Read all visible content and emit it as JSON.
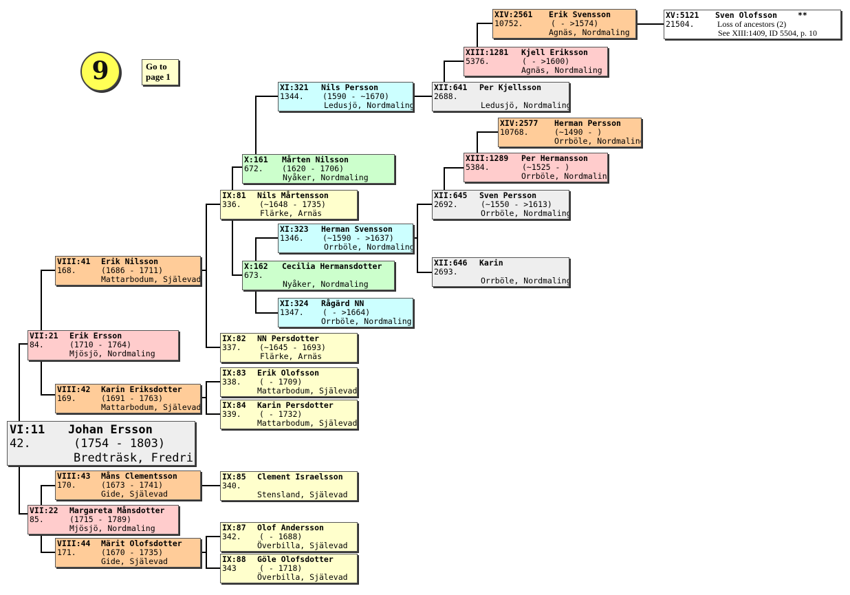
{
  "page_badge": "9",
  "goto_link": {
    "line1": "Go to",
    "line2": "page 1"
  },
  "persons": {
    "p42": {
      "code": "VI:11",
      "name": "Johan Ersson",
      "num": "42.",
      "dates": "(1754 - 1803)",
      "place": "Bredträsk, Fredrika"
    },
    "p84": {
      "code": "VII:21",
      "name": "Erik Ersson",
      "num": "84.",
      "dates": "(1710 - 1764)",
      "place": "Mjösjö, Nordmaling"
    },
    "p85": {
      "code": "VII:22",
      "name": "Margareta Månsdotter",
      "num": "85.",
      "dates": "(1715 - 1789)",
      "place": "Mjösjö, Nordmaling"
    },
    "p168": {
      "code": "VIII:41",
      "name": "Erik Nilsson",
      "num": "168.",
      "dates": "(1686 - 1711)",
      "place": "Mattarbodum, Själevad"
    },
    "p169": {
      "code": "VIII:42",
      "name": "Karin Eriksdotter",
      "num": "169.",
      "dates": "(1691 - 1763)",
      "place": "Mattarbodum, Själevad"
    },
    "p170": {
      "code": "VIII:43",
      "name": "Måns Clementsson",
      "num": "170.",
      "dates": "(1673 - 1741)",
      "place": "Gide, Själevad"
    },
    "p171": {
      "code": "VIII:44",
      "name": "Märit Olofsdotter",
      "num": "171.",
      "dates": "(1670 - 1735)",
      "place": "Gide, Själevad"
    },
    "p336": {
      "code": "IX:81",
      "name": "Nils Mårtensson",
      "num": "336.",
      "dates": "(~1648 - 1735)",
      "place": "Flärke, Arnäs"
    },
    "p337": {
      "code": "IX:82",
      "name": "NN Persdotter",
      "num": "337.",
      "dates": "(~1645 - 1693)",
      "place": "Flärke, Arnäs"
    },
    "p338": {
      "code": "IX:83",
      "name": "Erik Olofsson",
      "num": "338.",
      "dates": "( - 1709)",
      "place": "Mattarbodum, Själevad"
    },
    "p339": {
      "code": "IX:84",
      "name": "Karin Persdotter",
      "num": "339.",
      "dates": "( - 1732)",
      "place": "Mattarbodum, Själevad"
    },
    "p340": {
      "code": "IX:85",
      "name": "Clement Israelsson",
      "num": "340.",
      "dates": "",
      "place": "Stensland, Själevad"
    },
    "p342": {
      "code": "IX:87",
      "name": "Olof Andersson",
      "num": "342.",
      "dates": "( - 1688)",
      "place": "Överbilla, Själevad"
    },
    "p343": {
      "code": "IX:88",
      "name": "Göle Olofsdotter",
      "num": "343",
      "dates": "( - 1718)",
      "place": "Överbilla, Själevad"
    },
    "p672": {
      "code": "X:161",
      "name": "Mårten Nilsson",
      "num": "672.",
      "dates": "(1620 - 1706)",
      "place": "Nyåker, Nordmaling"
    },
    "p673": {
      "code": "X:162",
      "name": "Cecilia Hermansdotter",
      "num": "673.",
      "dates": "",
      "place": "Nyåker, Nordmaling"
    },
    "p1344": {
      "code": "XI:321",
      "name": "Nils Persson",
      "num": "1344.",
      "dates": "(1590 - ~1670)",
      "place": "Ledusjö, Nordmaling"
    },
    "p1346": {
      "code": "XI:323",
      "name": "Herman Svensson",
      "num": "1346.",
      "dates": "(~1590 - >1637)",
      "place": "Orrböle, Nordmaling"
    },
    "p1347": {
      "code": "XI:324",
      "name": "Rågärd NN",
      "num": "1347.",
      "dates": "( - >1664)",
      "place": "Orrböle, Nordmaling"
    },
    "p2688": {
      "code": "XII:641",
      "name": "Per Kjellsson",
      "num": "2688.",
      "dates": "",
      "place": "Ledusjö, Nordmaling"
    },
    "p2692": {
      "code": "XII:645",
      "name": "Sven Persson",
      "num": "2692.",
      "dates": "(~1550 - >1613)",
      "place": "Orrböle, Nordmaling"
    },
    "p2693": {
      "code": "XII:646",
      "name": "Karin",
      "num": "2693.",
      "dates": "",
      "place": "Orrböle, Nordmaling"
    },
    "p5376": {
      "code": "XIII:1281",
      "name": "Kjell Eriksson",
      "num": "5376.",
      "dates": "( - >1600)",
      "place": "Agnäs, Nordmaling"
    },
    "p5384": {
      "code": "XIII:1289",
      "name": "Per Hermansson",
      "num": "5384.",
      "dates": "(~1525 - )",
      "place": "Orrböle, Nordmaling"
    },
    "p10752": {
      "code": "XIV:2561",
      "name": "Erik Svensson",
      "num": "10752.",
      "dates": "( - >1574)",
      "place": "Agnäs, Nordmaling"
    },
    "p10768": {
      "code": "XIV:2577",
      "name": "Herman Persson",
      "num": "10768.",
      "dates": "(~1490 - )",
      "place": "Orrböle, Nordmaling"
    },
    "p21504": {
      "code": "XV:5121",
      "name": "Sven Olofsson",
      "num": "21504.",
      "dates": "",
      "place": "",
      "stars": "**",
      "note1": "Loss of ancestors (2)",
      "note2": "See XIII:1409, ID 5504, p. 10"
    }
  },
  "colors": {
    "yellow": "#ffffcc",
    "orange": "#ffcc99",
    "pink": "#ffcccc",
    "green": "#ccffcc",
    "cyan": "#ccffff",
    "gray": "#eeeeee",
    "badge": "#ffff55"
  }
}
